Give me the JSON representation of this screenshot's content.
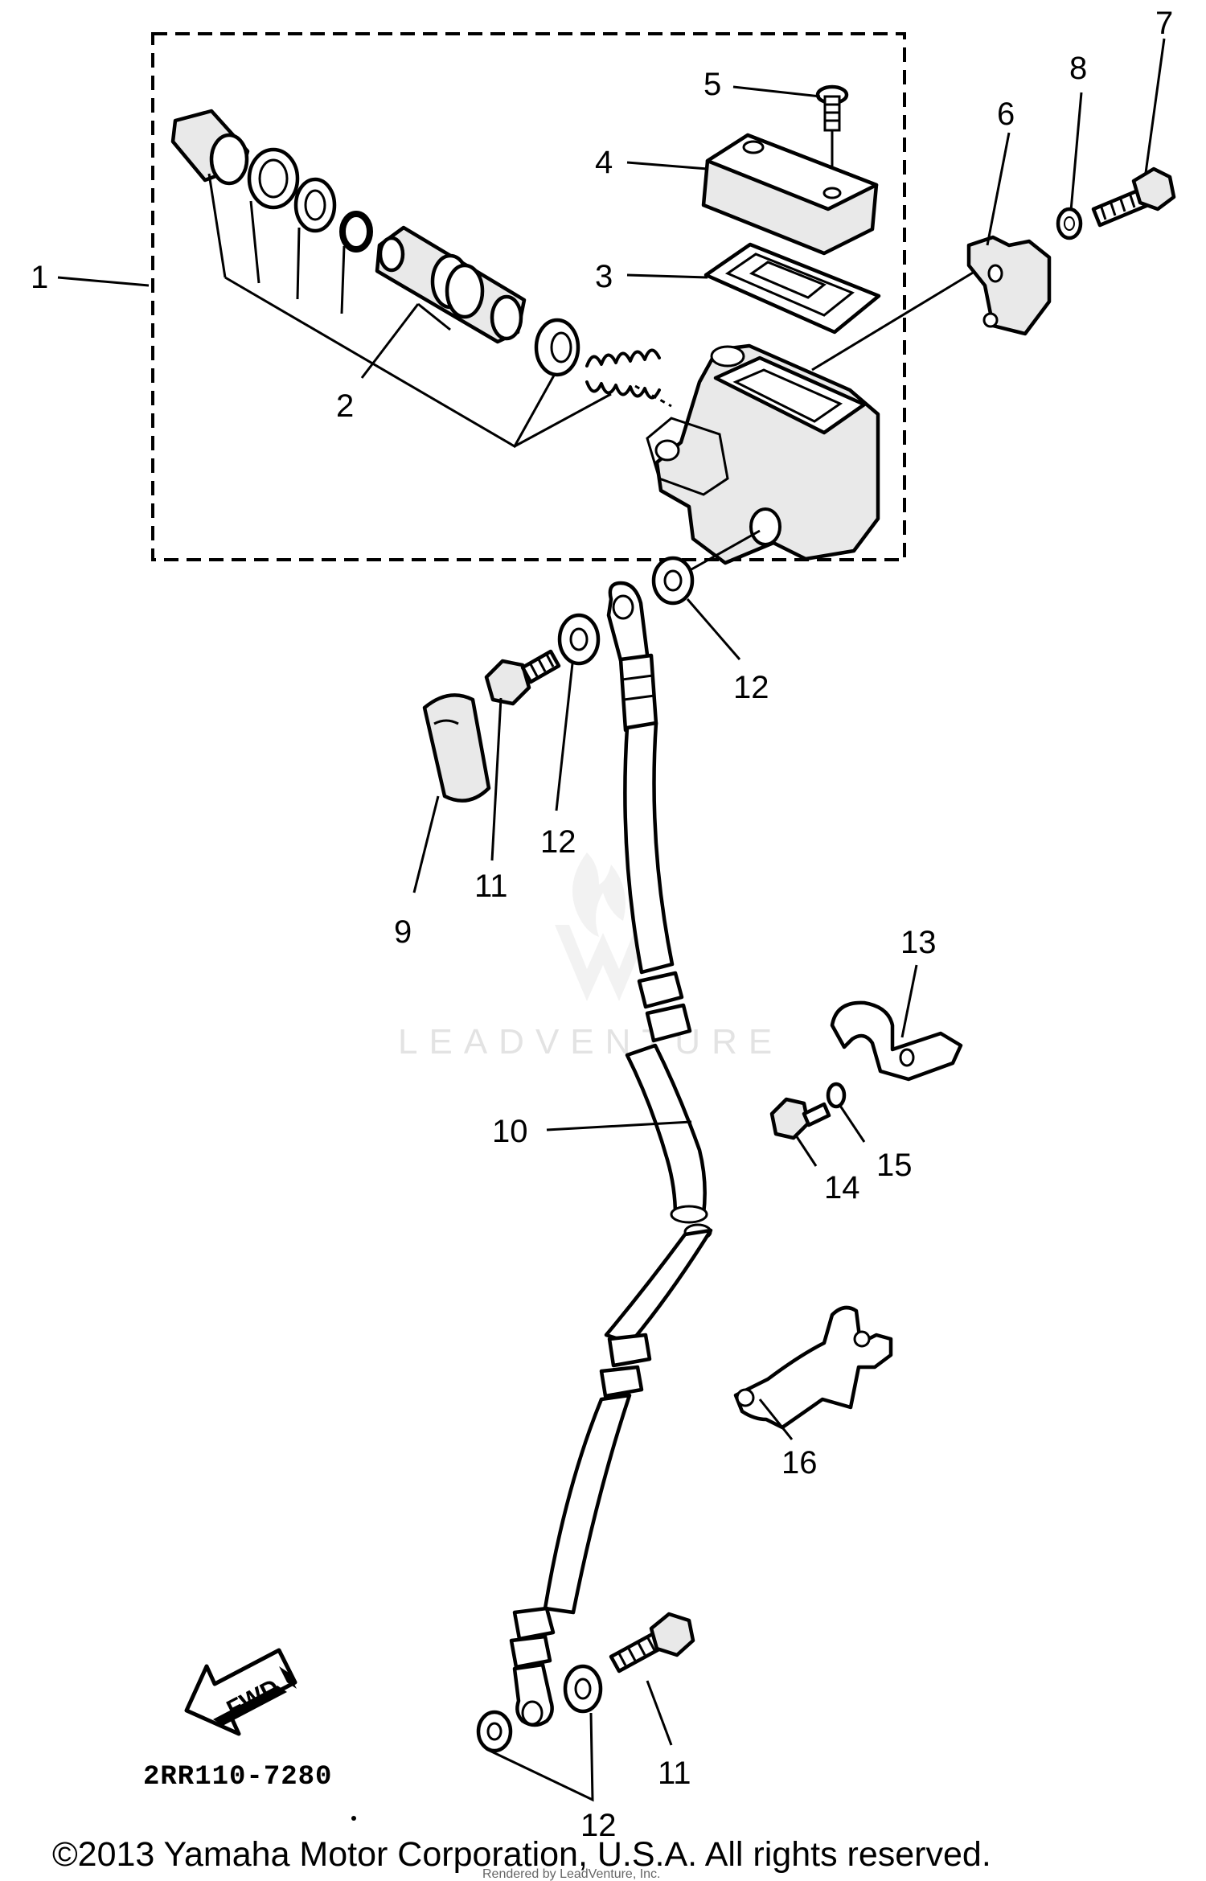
{
  "callouts": [
    "1",
    "2",
    "3",
    "4",
    "5",
    "6",
    "7",
    "8",
    "9",
    "10",
    "11",
    "12",
    "13",
    "14",
    "15",
    "16"
  ],
  "callout_12": "12",
  "callout_11": "11",
  "fwd_label": "FWD",
  "diagram_code": "2RR110-7280",
  "watermark": "LEADVENTURE",
  "watermark_logo": "leadventure-flame-logo",
  "copyright": "©2013 Yamaha Motor Corporation, U.S.A. All rights reserved.",
  "rendered_by": "Rendered by LeadVenture, Inc."
}
